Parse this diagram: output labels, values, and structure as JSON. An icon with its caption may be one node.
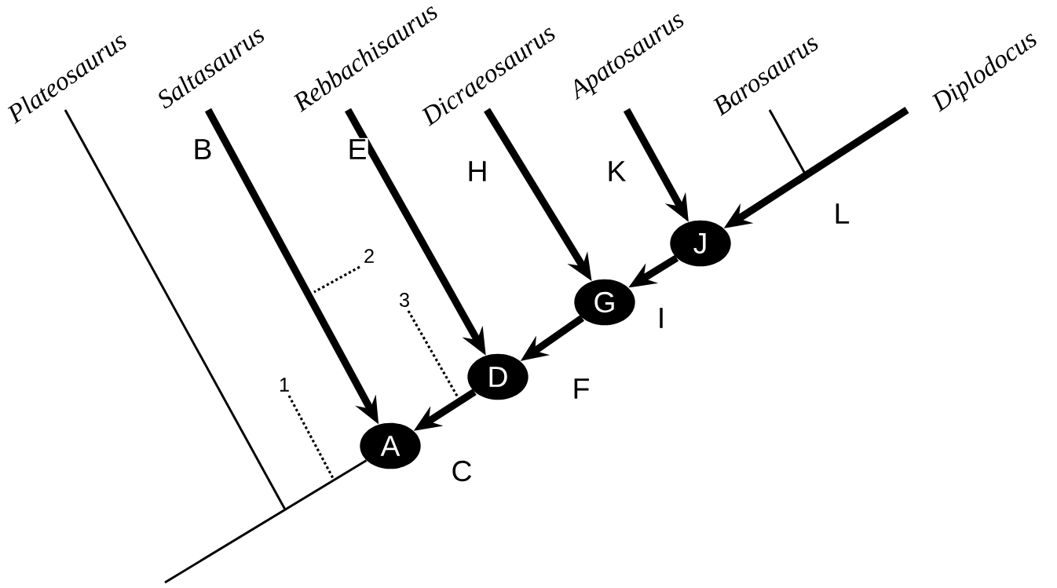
{
  "diagram": {
    "nodes": [
      {
        "text": [
          "Plateosaurus"
        ]
      },
      {
        "text": [
          "Saltasaurus"
        ]
      },
      {
        "text": [
          "Rebbachisaurus"
        ]
      },
      {
        "text": [
          "Dicraeosaurus"
        ]
      },
      {
        "text": [
          "Apatosaurus"
        ]
      },
      {
        "text": [
          "Barosaurus"
        ]
      },
      {
        "text": [
          "Diplodocus"
        ]
      },
      {
        "text": [
          "A"
        ]
      },
      {
        "text": [
          "D"
        ]
      },
      {
        "text": [
          "G"
        ]
      },
      {
        "text": [
          "J"
        ]
      },
      {
        "text": [
          "1"
        ]
      },
      {
        "text": [
          "2"
        ]
      },
      {
        "text": [
          "3"
        ]
      }
    ],
    "edges": [
      {
        "from": 1,
        "to": 7,
        "arrow": "to",
        "label": "B"
      },
      {
        "from": 2,
        "to": 8,
        "arrow": "to",
        "label": "E"
      },
      {
        "from": 3,
        "to": 9,
        "arrow": "to",
        "label": "H"
      },
      {
        "from": 4,
        "to": 10,
        "arrow": "to",
        "label": "K"
      },
      {
        "from": 6,
        "to": 10,
        "arrow": "to",
        "label": "L"
      },
      {
        "from": 10,
        "to": 9,
        "arrow": "to",
        "label": "I"
      },
      {
        "from": 9,
        "to": 8,
        "arrow": "to",
        "label": "F"
      },
      {
        "from": 8,
        "to": 7,
        "arrow": "to",
        "label": "C"
      },
      {
        "from": 0,
        "to": null,
        "arrow": "none"
      },
      {
        "from": 5,
        "to": null,
        "arrow": "none"
      },
      {
        "from": 7,
        "to": null,
        "arrow": "none"
      },
      {
        "from": 11,
        "to": null,
        "arrow": "none",
        "style": "dashed"
      },
      {
        "from": 12,
        "to": null,
        "arrow": "none",
        "style": "dashed"
      },
      {
        "from": 13,
        "to": null,
        "arrow": "none",
        "style": "dashed"
      }
    ]
  }
}
